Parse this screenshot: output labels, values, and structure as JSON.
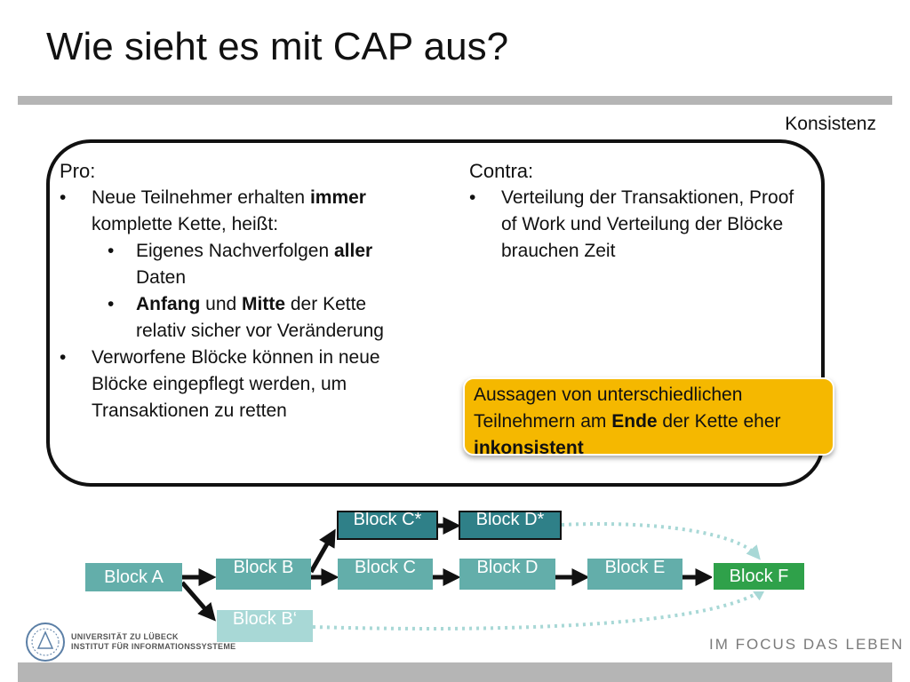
{
  "slide": {
    "title": "Wie sieht es mit CAP aus?",
    "section_label": "Konsistenz"
  },
  "pro": {
    "heading": "Pro:",
    "bullet_char": "•",
    "item1": {
      "pre": "Neue Teilnehmer erhalten ",
      "bold": "immer",
      "post": " komplette Kette, heißt:"
    },
    "sub1": {
      "pre": "Eigenes Nachverfolgen ",
      "bold": "aller",
      "post": " Daten"
    },
    "sub2": {
      "bold1": "Anfang",
      "mid": " und ",
      "bold2": "Mitte",
      "post": " der Kette relativ sicher vor Veränderung"
    },
    "item2": "Verworfene Blöcke können in neue Blöcke eingepflegt werden, um Transaktionen zu retten"
  },
  "contra": {
    "heading": "Contra:",
    "item1": "Verteilung der Transaktionen, Proof of Work und Verteilung der Blöcke brauchen Zeit"
  },
  "callout": {
    "pre": "Aussagen von unterschiedlichen Teilnehmern am ",
    "bold1": "Ende",
    "mid": " der Kette eher ",
    "bold2": "inkonsistent",
    "color": "#f5b800"
  },
  "blocks": {
    "a": "Block A",
    "b": "Block B",
    "b2": "Block B‘",
    "c": "Block C",
    "c_star": "Block C*",
    "d": "Block D",
    "d_star": "Block D*",
    "e": "Block E",
    "f": "Block F"
  },
  "footer": {
    "uni_line1": "UNIVERSITÄT ZU LÜBECK",
    "uni_line2": "INSTITUT FÜR INFORMATIONSSYSTEME",
    "slogan": "IM FOCUS DAS LEBEN"
  },
  "colors": {
    "block_mid": "#63aeaa",
    "block_dark": "#2f8088",
    "block_light": "#a8d8d6",
    "block_green": "#2fa14a",
    "dotted_arrow": "#a8d8d6"
  }
}
